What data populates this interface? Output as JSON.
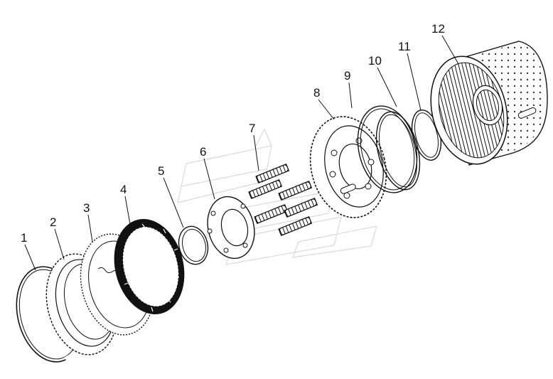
{
  "diagram": {
    "callouts": [
      {
        "id": "1",
        "text": "1"
      },
      {
        "id": "2",
        "text": "2"
      },
      {
        "id": "3",
        "text": "3"
      },
      {
        "id": "4",
        "text": "4"
      },
      {
        "id": "5",
        "text": "5"
      },
      {
        "id": "6",
        "text": "6"
      },
      {
        "id": "7",
        "text": "7"
      },
      {
        "id": "8",
        "text": "8"
      },
      {
        "id": "9",
        "text": "9"
      },
      {
        "id": "10",
        "text": "10"
      },
      {
        "id": "11",
        "text": "11"
      },
      {
        "id": "12",
        "text": "12"
      }
    ]
  }
}
